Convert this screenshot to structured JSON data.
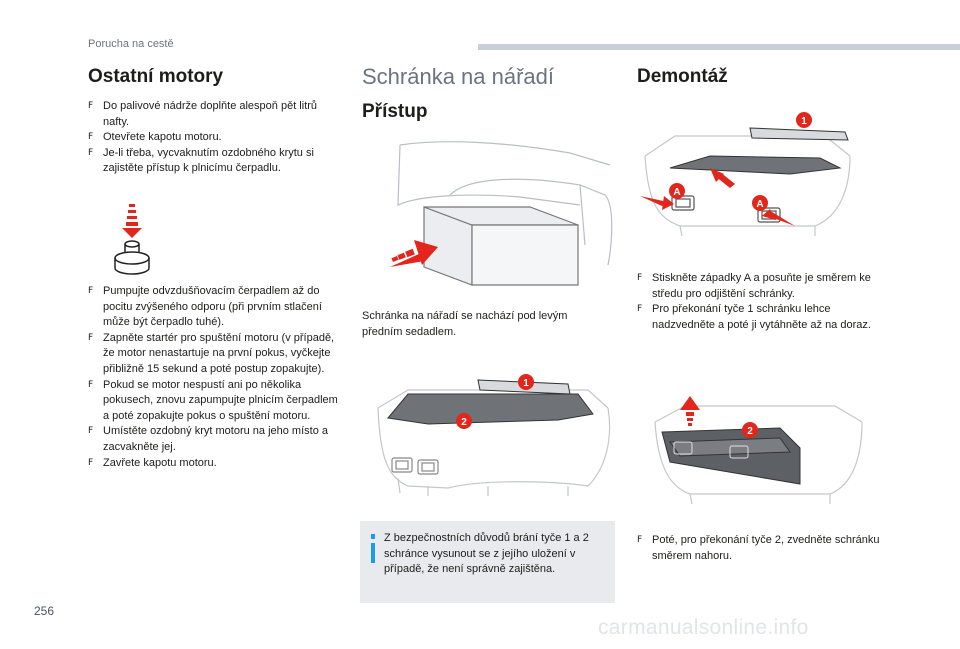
{
  "header": {
    "section": "Porucha na cestě"
  },
  "col1": {
    "title": "Ostatní motory",
    "list1": [
      "Do palivové nádrže doplňte alespoň pět litrů nafty.",
      "Otevřete kapotu motoru.",
      "Je-li třeba, vycvaknutím ozdobného krytu si zajistěte přístup k plnicímu čerpadlu."
    ],
    "list2": [
      "Pumpujte odvzdušňovacím čerpadlem až do pocitu zvýšeného odporu (při prvním stlačení může být čerpadlo tuhé).",
      "Zapněte startér pro spuštění motoru (v případě, že motor nenastartuje na první pokus, vyčkejte přibližně 15 sekund a poté postup zopakujte).",
      "Pokud se motor nespustí ani po několika pokusech, znovu zapumpujte plnicím čerpadlem a poté zopakujte pokus o spuštění motoru.",
      "Umístěte ozdobný kryt motoru na jeho místo a zacvakněte jej.",
      "Zavřete kapotu motoru."
    ]
  },
  "col2": {
    "title": "Schránka na nářadí",
    "subtitle": "Přístup",
    "paragraph": "Schránka na nářadí se nachází pod levým předním sedadlem.",
    "note": "Z bezpečnostních důvodů brání tyče 1 a 2 schránce vysunout se z jejího uložení v případě, že není správně zajištěna.",
    "callout_1": "1",
    "callout_2": "2"
  },
  "col3": {
    "title": "Demontáž",
    "list1": [
      "Stiskněte západky A a posuňte je směrem ke středu pro odjištění schránky.",
      "Pro překonání tyče 1 schránku lehce nadzvedněte a poté ji vytáhněte až na doraz."
    ],
    "list2": [
      "Poté, pro překonání tyče 2, zvedněte schránku směrem nahoru."
    ],
    "callout_1": "1",
    "callout_2": "2",
    "callout_A": "A"
  },
  "bullet_glyph": "F",
  "page_number": "256",
  "watermark": "carmanualsonline.info",
  "colors": {
    "accent_red": "#e2261c",
    "note_bg": "#e8eaed",
    "note_icon": "#1a9ee2",
    "header_bar": "#c8ceda"
  }
}
